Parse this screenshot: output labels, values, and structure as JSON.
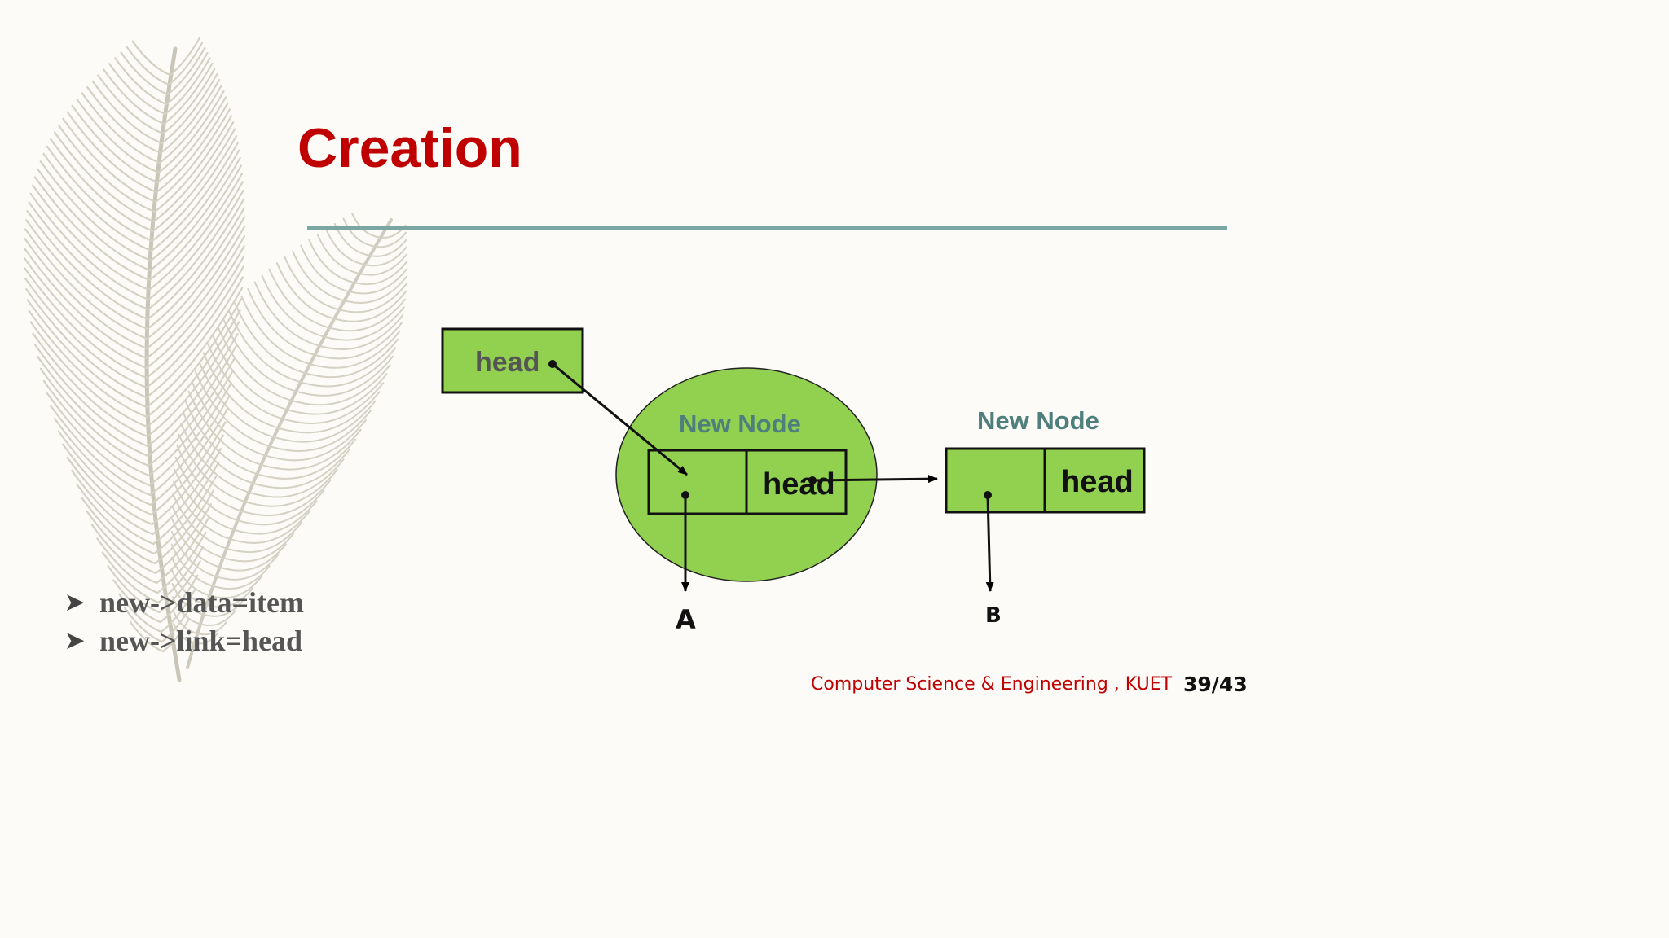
{
  "slide": {
    "title": "Creation",
    "bullets": [
      "new->data=item",
      "new->link=head"
    ],
    "footer": "Computer Science & Engineering , KUET",
    "page_number": "39/43"
  },
  "diagram": {
    "head_box_label": "head",
    "new_node_label_1": "New Node",
    "new_node_field_1": "head",
    "new_node_label_2": "New Node",
    "new_node_field_2": "head",
    "label_a": "A",
    "label_b": "B"
  },
  "colors": {
    "title": "#c00000",
    "node_fill": "#92d050",
    "rule": "#7aa7a2",
    "node_label": "#4f7f7c"
  }
}
